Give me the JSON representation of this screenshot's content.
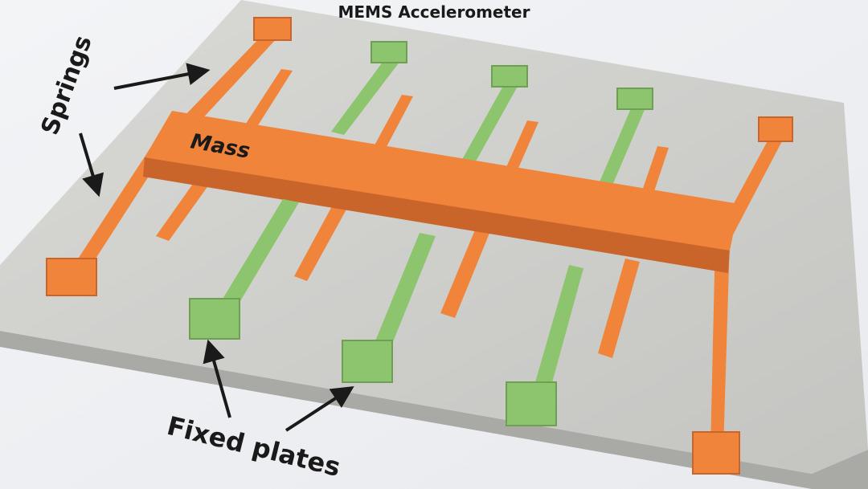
{
  "diagram": {
    "title": "MEMS Accelerometer",
    "labels": {
      "springs": "Springs",
      "mass": "Mass",
      "fixed_plates": "Fixed plates"
    }
  },
  "colors": {
    "background": "#ffffff",
    "substrate": "#cfcfcc",
    "substrate_edge": "#a9a9a6",
    "mass": "#f0843a",
    "mass_shade": "#c9652a",
    "plate": "#8cc56d",
    "plate_shade": "#6e9f53",
    "arrow": "#1a1a1a"
  }
}
